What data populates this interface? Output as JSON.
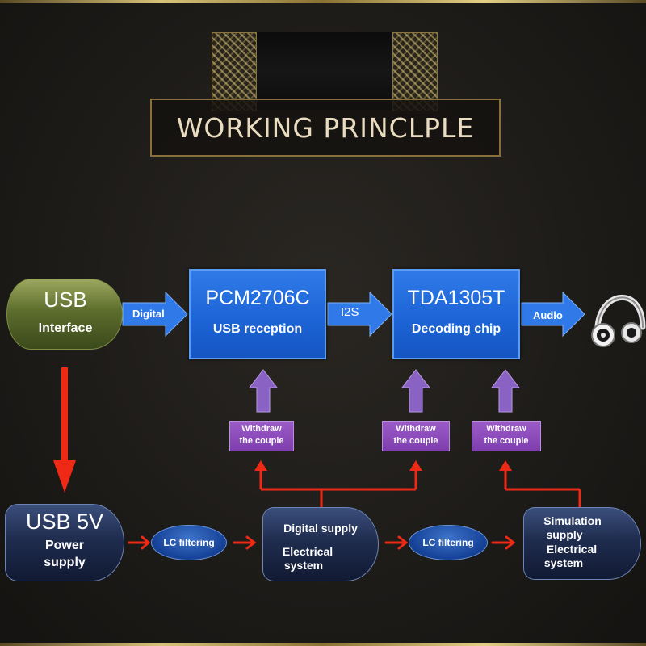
{
  "title": "WORKING PRINCLPLE",
  "blocks": {
    "usb_interface": {
      "line1": "USB",
      "line2": "Interface"
    },
    "pcm": {
      "line1": "PCM2706C",
      "line2": "USB reception"
    },
    "tda": {
      "line1": "TDA1305T",
      "line2": "Decoding chip"
    },
    "usb5v": {
      "line1": "USB 5V",
      "line2": "Power",
      "line3": "supply"
    },
    "digital_supply": {
      "line1": "Digital supply",
      "line2": "Electrical",
      "line3": "system"
    },
    "simulation_supply": {
      "line1": "Simulation",
      "line2": "supply",
      "line3": "Electrical",
      "line4": "system"
    }
  },
  "arrow_labels": {
    "digital": "Digital",
    "i2s": "I2S",
    "audio": "Audio"
  },
  "couple_boxes": [
    {
      "line1": "Withdraw",
      "line2": "the couple"
    },
    {
      "line1": "Withdraw",
      "line2": "the couple"
    },
    {
      "line1": "Withdraw",
      "line2": "the couple"
    }
  ],
  "filters": [
    {
      "label": "LC filtering"
    },
    {
      "label": "LC filtering"
    }
  ],
  "icons": {
    "output": "headphones-icon"
  },
  "colors": {
    "gold": "#d8c27a",
    "green_block": "#5d6d2c",
    "blue_block": "#1c63d5",
    "purple_block": "#7e3eae",
    "navy_block": "#1f2c4e",
    "arrow_blue": "#2f7ae8",
    "arrow_red": "#ee2a17"
  }
}
